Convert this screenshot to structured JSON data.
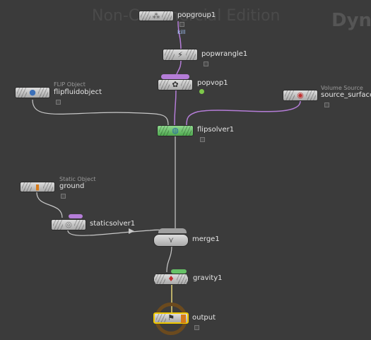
{
  "watermark": "Non-Commercial Edition",
  "context_title": "Dyna",
  "wire_label": "kill",
  "colors": {
    "background": "#3b3b3b",
    "wire": "#c8c8c8",
    "wire_purple": "#b57dd8",
    "wire_yellow": "#e6d478",
    "badge_purple": "#b57dd8",
    "badge_green": "#66c266",
    "output_ring": "#6b4a1e",
    "output_highlight": "#f0c800"
  },
  "nodes": {
    "popgroup1": {
      "name": "popgroup1",
      "icon": "popgroup-icon"
    },
    "popwrangle1": {
      "name": "popwrangle1",
      "icon": "wrangle-icon"
    },
    "popvop1": {
      "name": "popvop1",
      "icon": "vop-icon"
    },
    "flipfluidobject": {
      "name": "flipfluidobject",
      "type_label": "FLIP Object",
      "icon": "flip-object-icon"
    },
    "source_surface": {
      "name": "source_surface",
      "type_label": "Volume Source",
      "icon": "volume-source-icon"
    },
    "flipsolver1": {
      "name": "flipsolver1",
      "icon": "flip-solver-icon"
    },
    "ground": {
      "name": "ground",
      "type_label": "Static Object",
      "icon": "static-object-icon"
    },
    "staticsolver1": {
      "name": "staticsolver1",
      "icon": "static-solver-icon"
    },
    "merge1": {
      "name": "merge1",
      "icon": "merge-icon"
    },
    "gravity1": {
      "name": "gravity1",
      "icon": "gravity-icon"
    },
    "output": {
      "name": "output",
      "icon": "output-icon"
    }
  }
}
